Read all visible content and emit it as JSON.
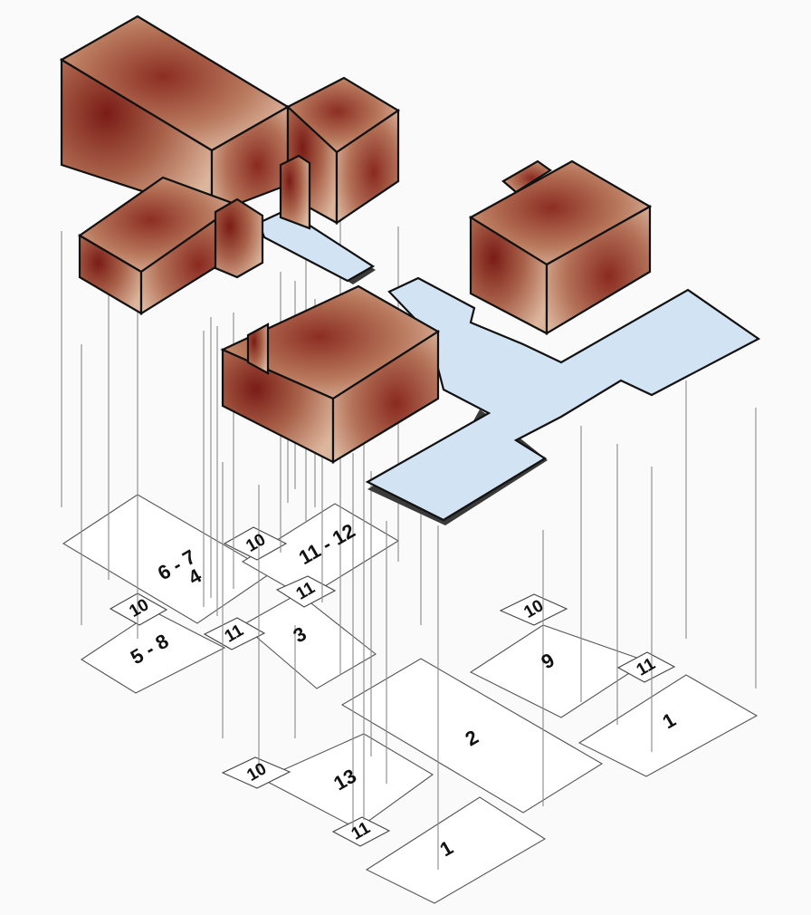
{
  "labels": {
    "zone_6_7": "6 - 7",
    "zone_4": "4",
    "tag_10_a": "10",
    "zone_5_8": "5 - 8",
    "tag_11_a": "11",
    "tag_10_b": "10",
    "zone_11_12": "11 - 12",
    "tag_11_b": "11",
    "zone_3": "3",
    "zone_2": "2",
    "tag_10_c": "10",
    "zone_9": "9",
    "tag_11_c": "11",
    "zone_1_right": "1",
    "tag_10_d": "10",
    "zone_13": "13",
    "tag_11_d": "11",
    "zone_1_bottom": "1"
  },
  "colors": {
    "building_dark": "#7a1c16",
    "building_light": "#d7ad90",
    "walkway": "#d2e4f4",
    "outline": "#111111",
    "plan_line": "#555555"
  }
}
